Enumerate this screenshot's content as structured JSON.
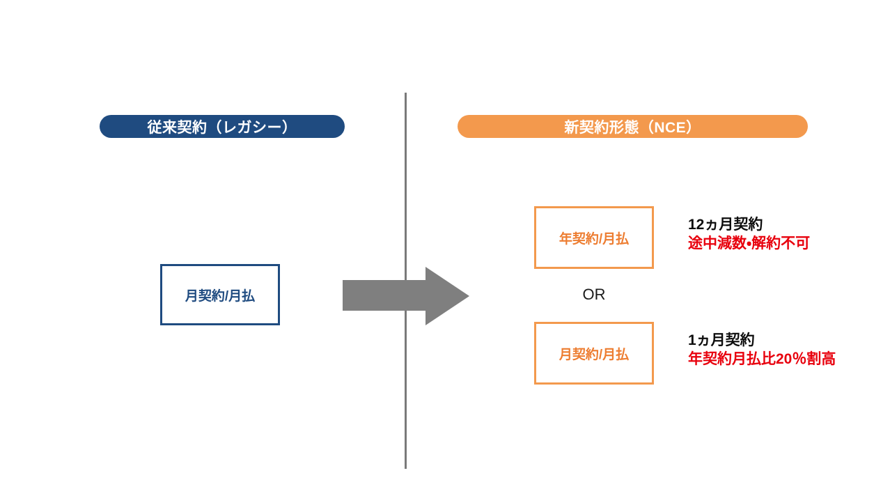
{
  "columns": {
    "legacy": {
      "header_label": "従来契約（レガシー）",
      "header_color": "#1f4b80",
      "box_label": "月契約/月払",
      "box_color": "#1f4b80"
    },
    "nce": {
      "header_label": "新契約形態（NCE）",
      "header_color": "#f3994d",
      "connector_label": "OR",
      "options": [
        {
          "box_label": "年契約/月払",
          "box_color": "#ed7d31",
          "term_label": "12ヵ月契約",
          "condition_label": "途中減数・解約不可",
          "condition_color": "#e8000d"
        },
        {
          "box_label": "月契約/月払",
          "box_color": "#ed7d31",
          "term_label": "1ヵ月契約",
          "condition_label": "年契約月払比20％割高",
          "condition_color": "#e8000d"
        }
      ]
    }
  },
  "decorations": {
    "arrow_name": "right-arrow-icon",
    "arrow_color": "#7f7f7f",
    "divider_name": "vertical-divider",
    "divider_color": "#7a7a7a"
  }
}
